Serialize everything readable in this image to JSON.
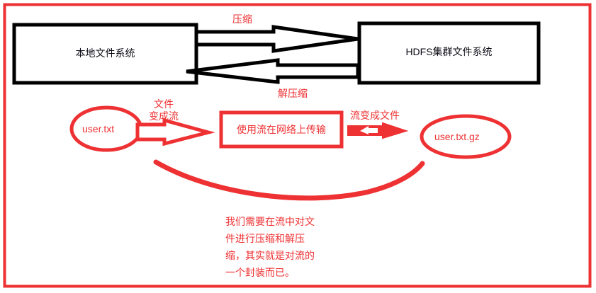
{
  "frame": {
    "border_color": "#ee3133",
    "background": "#ffffff"
  },
  "colors": {
    "red": "#ee3133",
    "black": "#000000",
    "text_dark": "#0b0b14"
  },
  "top_section": {
    "left_box_label": "本地文件系统",
    "right_box_label": "HDFS集群文件系统",
    "arrow_top_label": "压缩",
    "arrow_bottom_label": "解压缩"
  },
  "flow_section": {
    "source_file": "user.txt",
    "arrow1_label_line1": "文件",
    "arrow1_label_line2": "变成流",
    "middle_box_label": "使用流在网络上传输",
    "arrow2_label": "流变成文件",
    "result_file": "user.txt.gz"
  },
  "note": {
    "lines": [
      "我们需要在流中对文",
      "件进行压缩和解压",
      "缩，其实就是对流的",
      "一个封装而已。"
    ]
  }
}
